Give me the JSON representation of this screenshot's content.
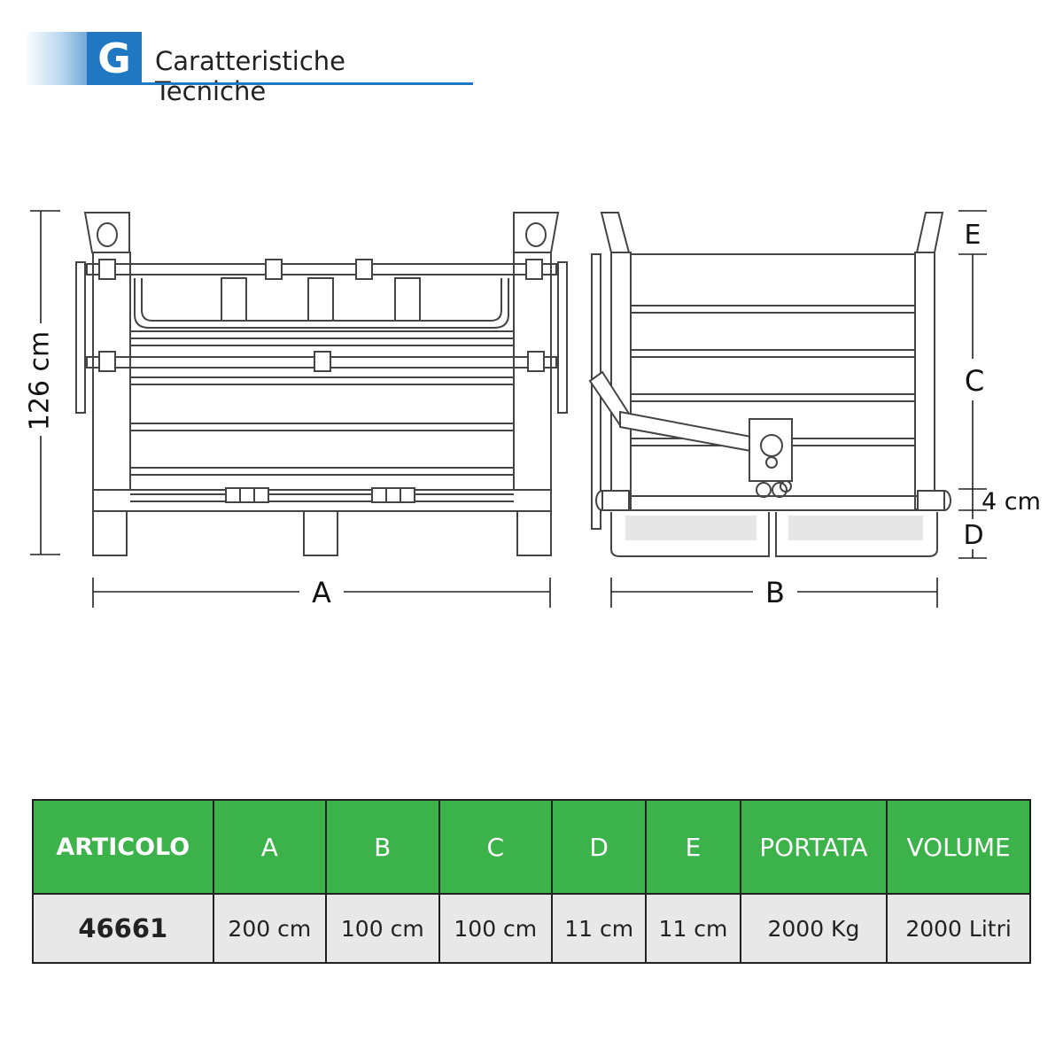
{
  "header": {
    "logo_letter": "G",
    "title": "Caratteristiche Tecniche"
  },
  "drawing": {
    "height_label": "126 cm",
    "dim_a": "A",
    "dim_b": "B",
    "dim_c": "C",
    "dim_d": "D",
    "dim_e": "E",
    "gap_label": "4 cm"
  },
  "table": {
    "headers": [
      "ARTICOLO",
      "A",
      "B",
      "C",
      "D",
      "E",
      "PORTATA",
      "VOLUME"
    ],
    "row": [
      "46661",
      "200 cm",
      "100 cm",
      "100 cm",
      "11 cm",
      "11 cm",
      "2000 Kg",
      "2000 Litri"
    ]
  },
  "colors": {
    "brand_blue": "#1f78c1",
    "table_header_green": "#3bb24a",
    "table_row_gray": "#e8e8e8"
  }
}
